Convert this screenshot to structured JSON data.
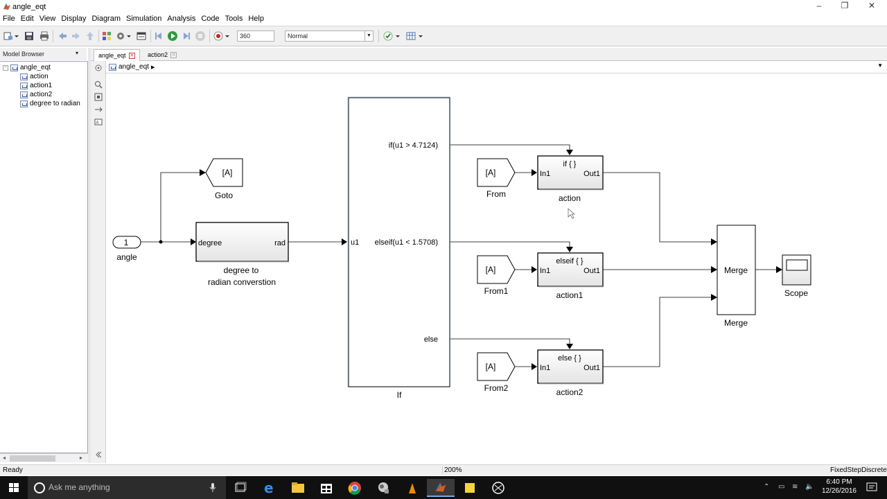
{
  "window": {
    "title": "angle_eqt"
  },
  "menu": [
    "File",
    "Edit",
    "View",
    "Display",
    "Diagram",
    "Simulation",
    "Analysis",
    "Code",
    "Tools",
    "Help"
  ],
  "toolbar": {
    "stop_time": "360",
    "sim_mode": "Normal"
  },
  "browser": {
    "header": "Model Browser",
    "root": "angle_eqt",
    "items": [
      "action",
      "action1",
      "action2",
      "degree to  radian"
    ]
  },
  "tabs": [
    {
      "label": "angle_eqt"
    },
    {
      "label": "action2"
    }
  ],
  "address": {
    "path": "angle_eqt"
  },
  "diagram": {
    "inport": {
      "number": "1",
      "label": "angle"
    },
    "goto": {
      "tag": "[A]",
      "label": "Goto"
    },
    "conv": {
      "in_port": "degree",
      "out_port": "rad",
      "label_line1": "degree to",
      "label_line2": "radian converstion"
    },
    "if_block": {
      "cond1": "if(u1 > 4.7124)",
      "cond2": "elseif(u1 < 1.5708)",
      "cond3": "else",
      "input": "u1",
      "label": "If"
    },
    "froms": [
      {
        "tag": "[A]",
        "label": "From"
      },
      {
        "tag": "[A]",
        "label": "From1"
      },
      {
        "tag": "[A]",
        "label": "From2"
      }
    ],
    "actions": [
      {
        "title": "if { }",
        "in": "In1",
        "out": "Out1",
        "label": "action"
      },
      {
        "title": "elseif { }",
        "in": "In1",
        "out": "Out1",
        "label": "action1"
      },
      {
        "title": "else { }",
        "in": "In1",
        "out": "Out1",
        "label": "action2"
      }
    ],
    "merge": {
      "text": "Merge",
      "label": "Merge"
    },
    "scope": {
      "label": "Scope"
    }
  },
  "status": {
    "left": "Ready",
    "zoom": "200%",
    "solver": "FixedStepDiscrete"
  },
  "taskbar": {
    "search": "Ask me anything",
    "time": "6:40 PM",
    "date": "12/26/2016"
  }
}
